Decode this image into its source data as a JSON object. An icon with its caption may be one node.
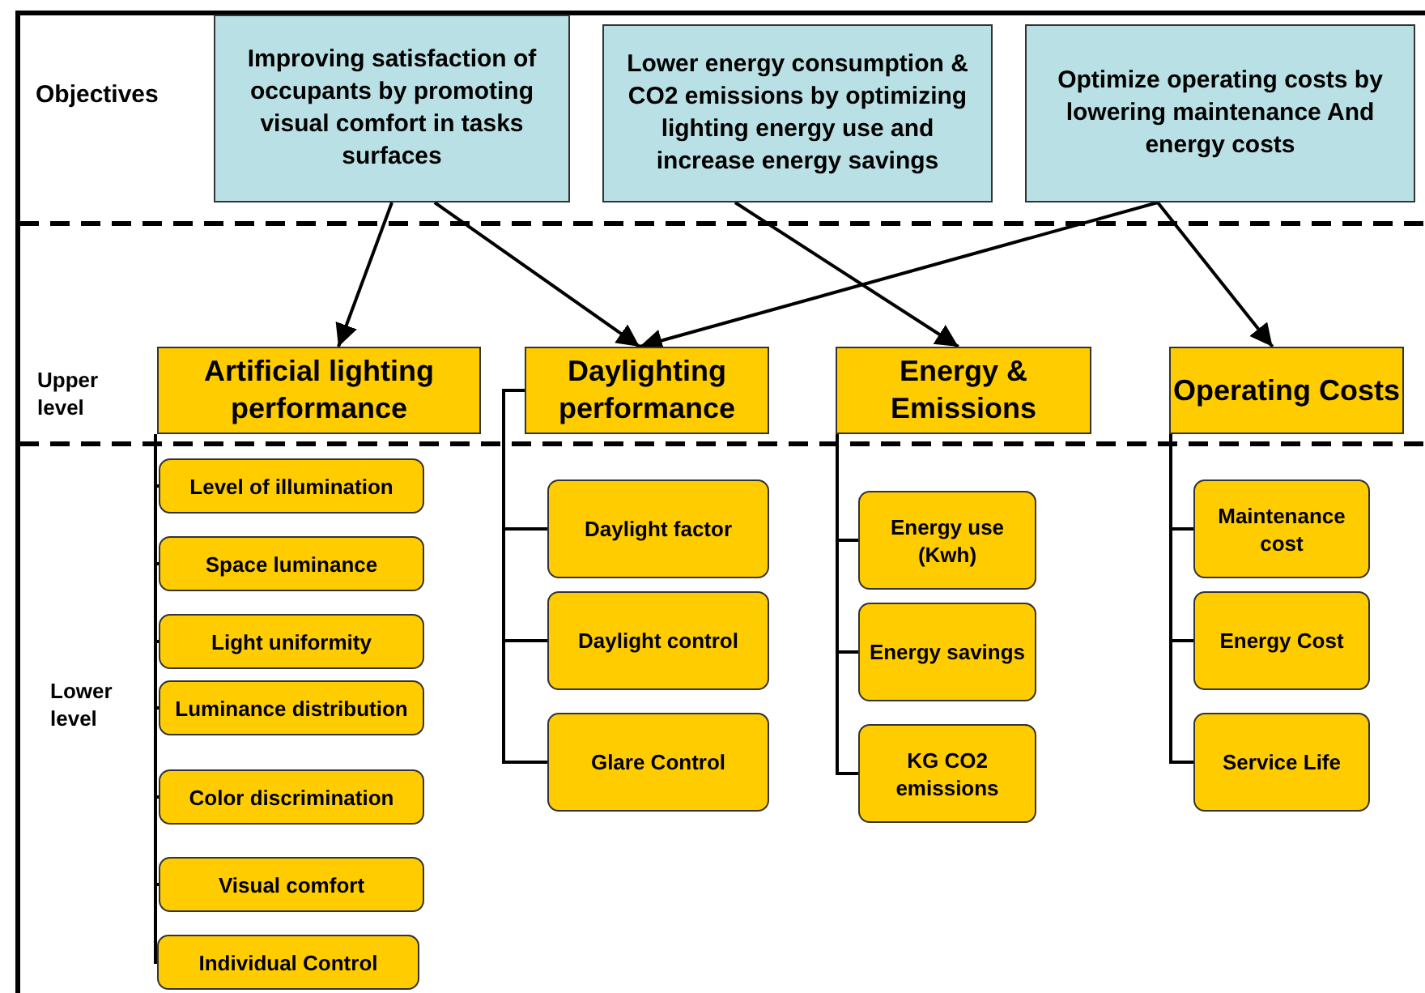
{
  "diagram": {
    "nodes": [
      {
        "text": [
          "Improving satisfaction of occupants by promoting visual comfort in tasks surfaces"
        ]
      },
      {
        "text": [
          "Lower energy consumption & CO2 emissions by optimizing lighting energy use and increase energy savings"
        ]
      },
      {
        "text": [
          "Optimize operating costs by lowering maintenance And energy costs"
        ]
      },
      {
        "text": [
          "Artificial lighting performance"
        ]
      },
      {
        "text": [
          "Daylighting performance"
        ]
      },
      {
        "text": [
          "Energy & Emissions"
        ]
      },
      {
        "text": [
          "Operating Costs"
        ]
      },
      {
        "text": [
          "Level of illumination"
        ]
      },
      {
        "text": [
          "Space luminance"
        ]
      },
      {
        "text": [
          "Light uniformity"
        ]
      },
      {
        "text": [
          "Luminance distribution"
        ]
      },
      {
        "text": [
          "Color discrimination"
        ]
      },
      {
        "text": [
          "Visual comfort"
        ]
      },
      {
        "text": [
          "Individual Control"
        ]
      },
      {
        "text": [
          "Daylight factor"
        ]
      },
      {
        "text": [
          "Daylight control"
        ]
      },
      {
        "text": [
          "Glare Control"
        ]
      },
      {
        "text": [
          "Energy use (Kwh)"
        ]
      },
      {
        "text": [
          "Energy savings"
        ]
      },
      {
        "text": [
          "KG CO2 emissions"
        ]
      },
      {
        "text": [
          "Maintenance cost"
        ]
      },
      {
        "text": [
          "Energy Cost"
        ]
      },
      {
        "text": [
          "Service Life"
        ]
      }
    ],
    "edges": [
      {
        "from": 0,
        "to": 3,
        "arrow": "to"
      },
      {
        "from": 0,
        "to": 4,
        "arrow": "to"
      },
      {
        "from": 1,
        "to": 5,
        "arrow": "to"
      },
      {
        "from": 2,
        "to": 4,
        "arrow": "to"
      },
      {
        "from": 2,
        "to": 6,
        "arrow": "to"
      },
      {
        "from": 3,
        "to": 7,
        "arrow": "none"
      },
      {
        "from": 3,
        "to": 8,
        "arrow": "none"
      },
      {
        "from": 3,
        "to": 9,
        "arrow": "none"
      },
      {
        "from": 3,
        "to": 10,
        "arrow": "none"
      },
      {
        "from": 3,
        "to": 11,
        "arrow": "none"
      },
      {
        "from": 3,
        "to": 12,
        "arrow": "none"
      },
      {
        "from": 3,
        "to": 13,
        "arrow": "none"
      },
      {
        "from": 4,
        "to": 14,
        "arrow": "none"
      },
      {
        "from": 4,
        "to": 15,
        "arrow": "none"
      },
      {
        "from": 4,
        "to": 16,
        "arrow": "none"
      },
      {
        "from": 5,
        "to": 17,
        "arrow": "none"
      },
      {
        "from": 5,
        "to": 18,
        "arrow": "none"
      },
      {
        "from": 5,
        "to": 19,
        "arrow": "none"
      },
      {
        "from": 6,
        "to": 20,
        "arrow": "none"
      },
      {
        "from": 6,
        "to": 21,
        "arrow": "none"
      },
      {
        "from": 6,
        "to": 22,
        "arrow": "none"
      }
    ],
    "labels": [
      "Objectives",
      "Upper level",
      "Lower level"
    ]
  }
}
